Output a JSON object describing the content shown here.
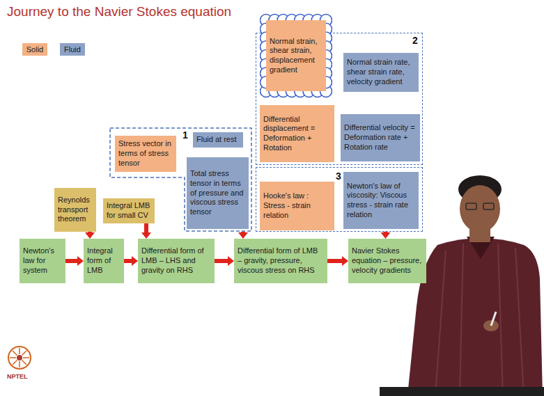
{
  "diagram": {
    "title": "Journey to the Navier Stokes equation",
    "nodes": [
      {
        "text": [
          "2"
        ]
      },
      {
        "text": [
          "Normal strain, shear strain, displacement gradient"
        ],
        "in": 0
      },
      {
        "text": [
          "Normal strain rate, shear strain rate, velocity gradient"
        ],
        "in": 0
      },
      {
        "text": [
          "Differential displacement = Deformation + Rotation"
        ],
        "in": 0
      },
      {
        "text": [
          "Differential velocity = Deformation rate + Rotation rate"
        ],
        "in": 0
      },
      {
        "text": [
          "1"
        ]
      },
      {
        "text": [
          "Stress vector in terms of stress tensor"
        ],
        "in": 5
      },
      {
        "text": [
          "Fluid at rest"
        ],
        "in": 5
      },
      {
        "text": [
          "Total stress tensor in terms of pressure and viscous stress tensor"
        ],
        "in": 5
      },
      {
        "text": [
          "3"
        ]
      },
      {
        "text": [
          "Hooke's law : Stress - strain relation"
        ],
        "in": 9
      },
      {
        "text": [
          "Newton's law of viscosity: Viscous stress - strain rate relation"
        ],
        "in": 9
      },
      {
        "text": [
          "Reynolds transport theorem"
        ]
      },
      {
        "text": [
          "Integral LMB for small CV"
        ]
      },
      {
        "text": [
          "Newton's law for system"
        ]
      },
      {
        "text": [
          "Integral form of LMB"
        ]
      },
      {
        "text": [
          "Differential form of LMB – LHS and gravity on RHS"
        ]
      },
      {
        "text": [
          "Differential form of LMB – gravity, pressure, viscous stress on RHS"
        ]
      },
      {
        "text": [
          "Navier Stokes equation – pressure, velocity gradients"
        ]
      }
    ],
    "edges": [
      {
        "from": 14,
        "to": 15,
        "arrow": "to"
      },
      {
        "from": 15,
        "to": 16,
        "arrow": "to"
      },
      {
        "from": 16,
        "to": 17,
        "arrow": "to"
      },
      {
        "from": 17,
        "to": 18,
        "arrow": "to"
      },
      {
        "from": 12,
        "to": 15,
        "arrow": "to"
      },
      {
        "from": 13,
        "to": 16,
        "arrow": "to"
      },
      {
        "from": 5,
        "to": 17,
        "arrow": "to"
      },
      {
        "from": 9,
        "to": 18,
        "arrow": "to"
      }
    ],
    "labels": [
      "NPTEL"
    ],
    "legend": [
      {
        "text": "Solid",
        "color": "#f4b183"
      },
      {
        "text": "Fluid",
        "color": "#8ea2c6"
      }
    ]
  }
}
